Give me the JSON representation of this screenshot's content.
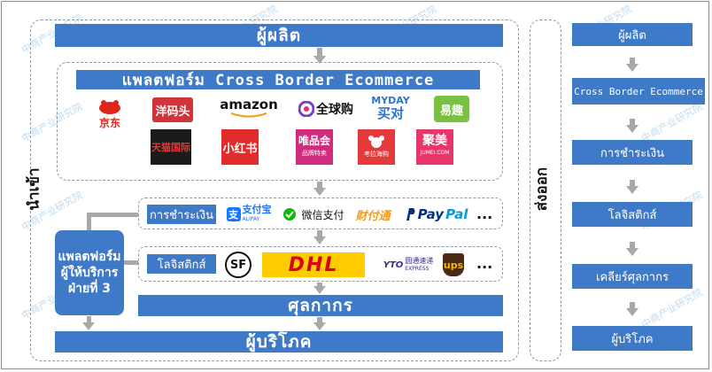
{
  "left": {
    "producer": "ผู้ผลิต",
    "platform": "แพลตฟอร์ม Cross Border Ecommerce",
    "import_label": "นำเข้า",
    "payment_label": "การชำระเงิน",
    "logistics_label": "โลจิสติกส์",
    "third_party": [
      "แพลตฟอร์ม",
      "ผู้ให้บริการ",
      "ฝ่ายที่ 3"
    ],
    "customs": "ศุลกากร",
    "consumer": "ผู้บริโภค",
    "ellipsis": "..."
  },
  "platform_logos": {
    "jd": "京东",
    "kaola_mt": "洋码头",
    "amazon": "amazon",
    "quanqiugou": "全球购",
    "myday_top": "MYDAY",
    "myday_bottom": "买对",
    "yiqu": "易趣",
    "tmall": "天猫国际",
    "xiaohongshu": "小红书",
    "vip": "唯品会",
    "vip_sub": "品牌特卖",
    "kaola": "考拉海购",
    "jumei": "聚美",
    "jumei_sub": "JUMEI.COM"
  },
  "payment_logos": {
    "alipay": "支付宝",
    "alipay_sub": "ALIPAY",
    "wechat": "微信支付",
    "caifutong": "财付通",
    "paypal_a": "Pay",
    "paypal_b": "Pal"
  },
  "logistics_logos": {
    "sf": "SF",
    "dhl": "DHL",
    "yto": "YTO",
    "yto_sub": "圆通速递",
    "yto_express": "EXPRESS",
    "ups": "ups"
  },
  "right": {
    "export_label": "ส่งออก",
    "steps": [
      "ผู้ผลิต",
      "Cross Border Ecommerce",
      "การชำระเงิน",
      "โลจิสติกส์",
      "เคลียร์ศุลกากร",
      "ผู้บริโภค"
    ]
  },
  "watermark": "中商产业研究院",
  "colors": {
    "bar": "#3f7ac8",
    "arrow": "#a8a8a8",
    "dash": "#8f9aa3"
  }
}
